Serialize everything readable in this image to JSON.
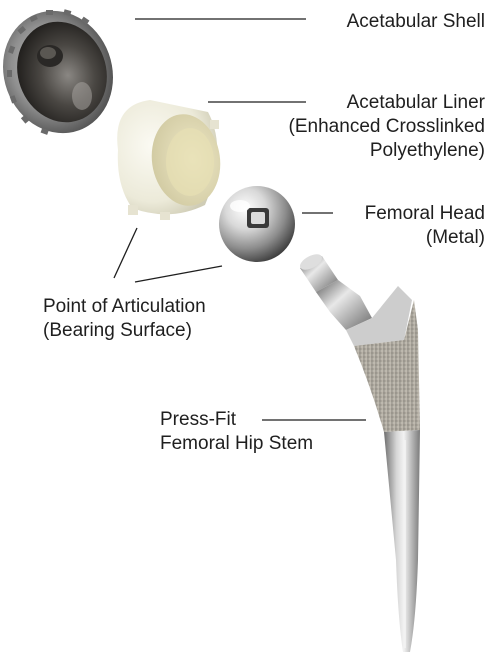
{
  "labels": {
    "acetabular_shell": "Acetabular Shell",
    "acetabular_liner_line1": "Acetabular Liner",
    "acetabular_liner_line2": "(Enhanced Crosslinked",
    "acetabular_liner_line3": "Polyethylene)",
    "femoral_head_line1": "Femoral Head",
    "femoral_head_line2": "(Metal)",
    "articulation_line1": "Point of Articulation",
    "articulation_line2": "(Bearing Surface)",
    "stem_line1": "Press-Fit",
    "stem_line2": "Femoral Hip Stem"
  },
  "components": [
    {
      "name": "acetabular-shell",
      "material": "metal"
    },
    {
      "name": "acetabular-liner",
      "material": "polyethylene"
    },
    {
      "name": "femoral-head",
      "material": "metal"
    },
    {
      "name": "femoral-stem",
      "material": "metal"
    }
  ]
}
